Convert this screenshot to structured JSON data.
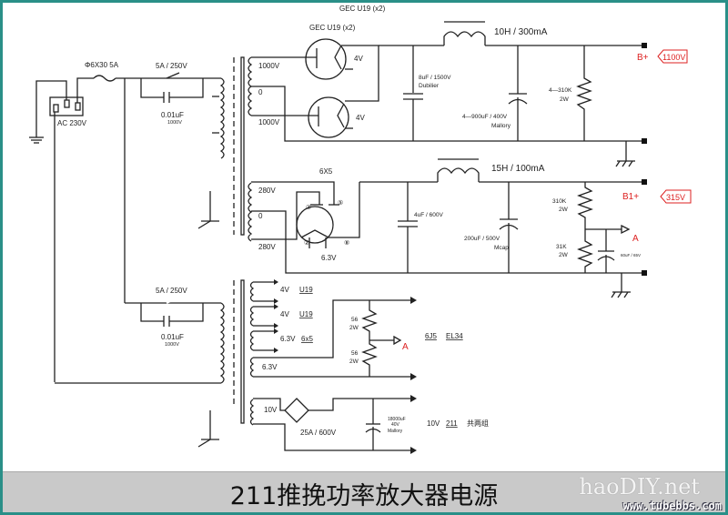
{
  "top_label": "GEC U19    (x2)",
  "mains": {
    "plug": "AC  230V",
    "fuse": "Φ6X30  5A",
    "switch1": "5A / 250V",
    "cap1": "0.01uF",
    "cap1_v": "1000V",
    "switch2": "5A / 250V",
    "cap2": "0.01uF",
    "cap2_v": "1000V"
  },
  "hv": {
    "tube_label": "GEC U19    (x2)",
    "sec_top": "1000V",
    "sec_mid": "0",
    "sec_bot": "1000V",
    "fil1": "4V",
    "fil2": "4V",
    "choke": "10H / 300mA",
    "cap1": "8uF / 1500V",
    "cap1_brand": "Dubilier",
    "cap2": "4—900uF / 400V",
    "cap2_brand": "Mallory",
    "res": "4—310K",
    "res_w": "2W",
    "out_label": "B+",
    "out_voltage": "1100V"
  },
  "lv": {
    "tube_label": "6X5",
    "sec_top": "280V",
    "sec_mid": "0",
    "sec_bot": "280V",
    "pin3": "③",
    "pin5": "⑤",
    "pin2": "②",
    "pin8": "⑧",
    "fil": "6.3V",
    "choke": "15H / 100mA",
    "cap1": "4uF / 600V",
    "cap2": "200uF / 500V",
    "cap2_brand": "Mcap",
    "res1": "310K",
    "res1_w": "2W",
    "res2": "31K",
    "res2_w": "2W",
    "cap3": "60uF / 65V",
    "tap": "A",
    "out_label": "B1+",
    "out_voltage": "315V"
  },
  "heaters": {
    "w1_v": "4V",
    "w1_t": "U19",
    "w2_v": "4V",
    "w2_t": "U19",
    "w3_v": "6.3V",
    "w3_t": "6x5",
    "w4_v": "6.3V",
    "r1": "56",
    "r1_w": "2W",
    "r2": "56",
    "r2_w": "2W",
    "tap": "A",
    "load1": "6J5",
    "load2": "EL34",
    "w5_v": "10V",
    "bridge": "25A / 600V",
    "cap": "18000uF",
    "cap_v": "40V",
    "cap_brand": "Mallory",
    "out_v": "10V",
    "out_t": "211",
    "out_note": "共两组"
  },
  "footer": {
    "title": "211推挽功率放大器电源",
    "watermark": "haoDIY.net",
    "site": "www.tubebbs.com"
  },
  "colors": {
    "border": "#2a8f88",
    "label_red": "#dd2222",
    "footer": "#c9c9c9"
  }
}
